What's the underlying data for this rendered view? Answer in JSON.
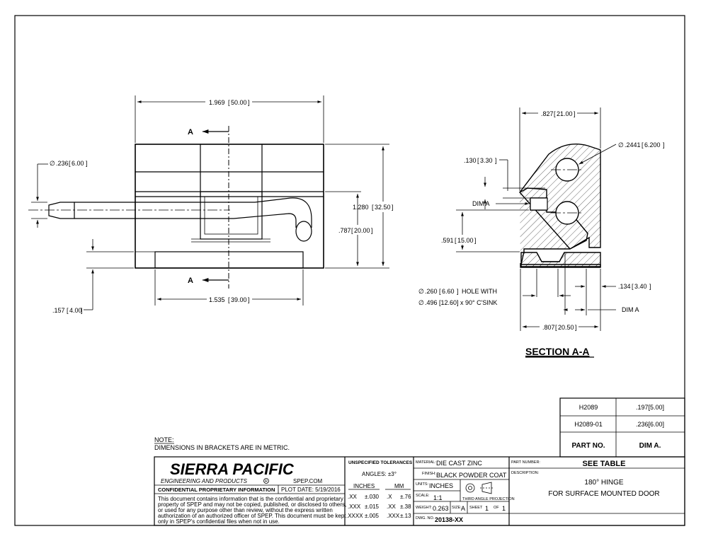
{
  "views": {
    "front": {
      "dim_width": ".1.969",
      "dim_width_text": "1.969",
      "dim_width_mm": "50.00",
      "dim_pin": ".236",
      "dim_pin_mm": "6.00",
      "dim_height": "1.280",
      "dim_height_mm": "32.50",
      "dim_leaf": ".787",
      "dim_leaf_mm": "20.00",
      "dim_bottom": "1.535",
      "dim_bottom_mm": "39.00",
      "dim_step": ".157",
      "dim_step_mm": "4.00",
      "section_letter": "A",
      "diameter_symbol": "∅"
    },
    "section": {
      "dim_top": ".827",
      "dim_top_mm": "21.00",
      "dim_hole": ".2441",
      "dim_hole_mm": "6.200",
      "dim_lip": ".130",
      "dim_lip_mm": "3.30",
      "dim_a_label": "DIM A",
      "dim_gap": ".591",
      "dim_gap_mm": "15.00",
      "hole_note_1a": ".260",
      "hole_note_1mm": "6.60",
      "hole_note_1b": "HOLE WITH",
      "hole_note_2": ".496 [12.60] x 90° C'SINK",
      "dim_right": ".134",
      "dim_right_mm": "3.40",
      "dim_bottom": ".807",
      "dim_bottom_mm": "20.50",
      "title": "SECTION A-A"
    }
  },
  "part_table": {
    "rows": [
      {
        "part": "H2089",
        "dim": ".197[5.00]"
      },
      {
        "part": "H2089-01",
        "dim": ".236[6.00]"
      }
    ],
    "header_part": "PART NO.",
    "header_dim": "DIM A."
  },
  "note": {
    "heading": "NOTE:",
    "text": "DIMENSIONS IN BRACKETS ARE IN METRIC."
  },
  "title_block": {
    "company": "SIERRA PACIFIC",
    "company_sub": "ENGINEERING AND PRODUCTS",
    "registered": "R",
    "website": "SPEP.COM",
    "confidential_heading": "CONFIDENTIAL PROPRIETARY INFORMATION",
    "plot_date": "PLOT DATE:  5/19/2016",
    "confidential_lines": [
      "This document contains information that is the confidential and proprietary",
      "property of SPEP and may not be copied, published, or disclosed to others,",
      "or used for any purpose  other than review, without the express written",
      "authorization of an authorized officer of SPEP. This document must be kept",
      "only in SPEP's confidential files when not in use."
    ],
    "tolerances_heading": "UNSPECIFIED TOLERANCES",
    "angles": "ANGLES: ±3°",
    "inches_header": "INCHES",
    "mm_header": "MM",
    "tol_rows": [
      {
        "in_fmt": ".XX",
        "in_val": "±.030",
        "mm_fmt": ".X",
        "mm_val": "±.76"
      },
      {
        "in_fmt": ".XXX",
        "in_val": "±.015",
        "mm_fmt": ".XX",
        "mm_val": "±.38"
      },
      {
        "in_fmt": ".XXXX",
        "in_val": "±.005",
        "mm_fmt": ".XXX",
        "mm_val": "±.13"
      }
    ],
    "material_label": "MATERIAL:",
    "material": "DIE CAST ZINC",
    "finish_label": "FINISH:",
    "finish": "BLACK POWDER COAT",
    "units_label": "UNITS:",
    "units": "INCHES",
    "scale_label": "SCALE:",
    "scale": "1:1",
    "projection": "THIRD ANGLE PROJECTION",
    "weight_label": "WEIGHT:",
    "weight": "0.263",
    "size_label": "SIZE:",
    "size": "A",
    "sheet_label": "SHEET",
    "sheet": "1",
    "of_label": "OF",
    "sheet_total": "1",
    "dwg_label": "DWG. NO.",
    "dwg_no": "20138-XX",
    "part_number_label": "PART NUMBER:",
    "part_number": "SEE TABLE",
    "description_label": "DESCRIPTION:",
    "description_1": "180° HINGE",
    "description_2": "FOR SURFACE MOUNTED DOOR"
  }
}
